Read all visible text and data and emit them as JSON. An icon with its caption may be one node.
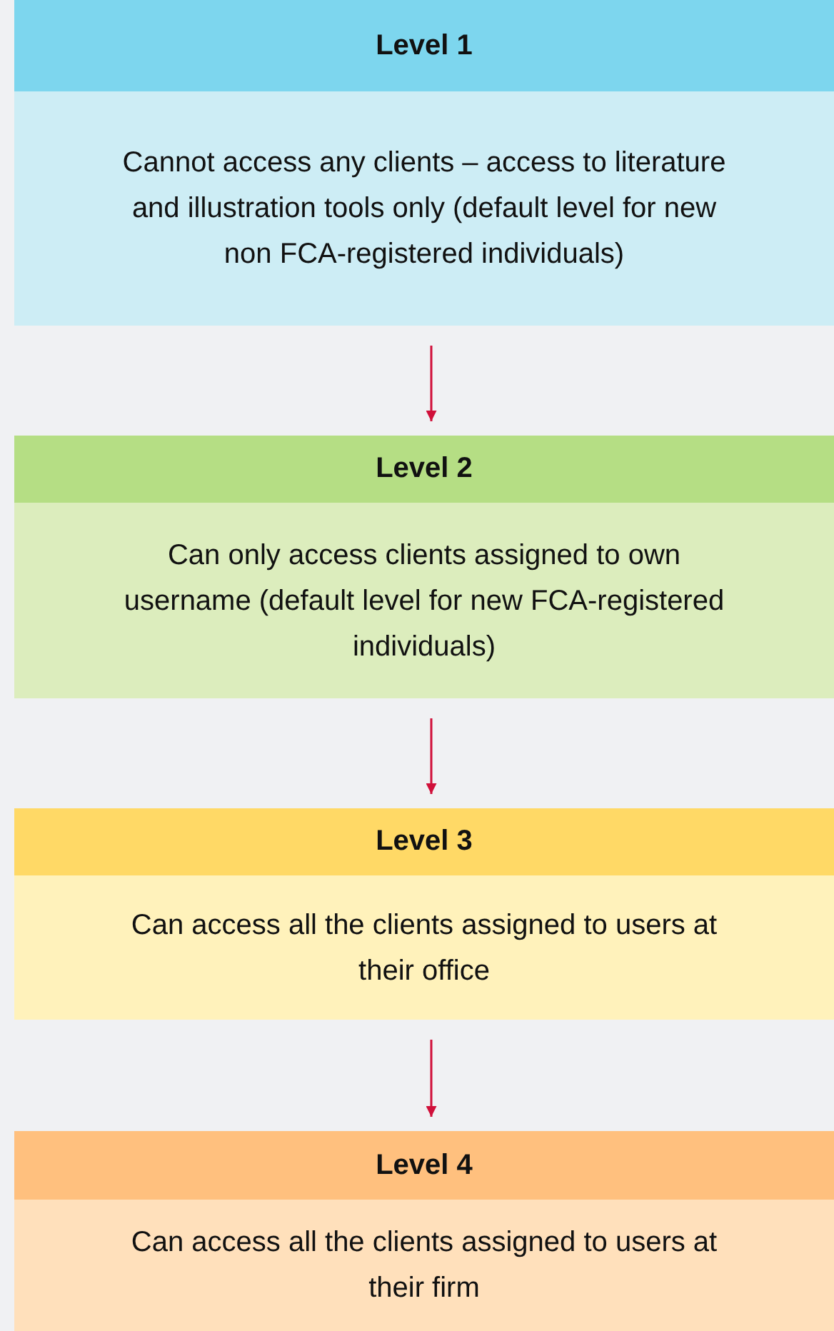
{
  "diagram": {
    "nodes": [
      {
        "text": [
          "Level 1",
          "Cannot access any clients – access to literature and illustration tools only (default level for new non FCA-registered individuals)"
        ]
      },
      {
        "text": [
          "Level 2",
          "Can only access clients assigned to own username (default level for new FCA-registered individuals)"
        ]
      },
      {
        "text": [
          "Level 3",
          "Can access all the clients assigned to users at their office"
        ]
      },
      {
        "text": [
          "Level 4",
          "Can access all the clients assigned to users at their firm"
        ]
      }
    ],
    "edges": [
      {
        "from": 0,
        "to": 1,
        "arrow": "to"
      },
      {
        "from": 1,
        "to": 2,
        "arrow": "to"
      },
      {
        "from": 2,
        "to": 3,
        "arrow": "to"
      }
    ]
  }
}
